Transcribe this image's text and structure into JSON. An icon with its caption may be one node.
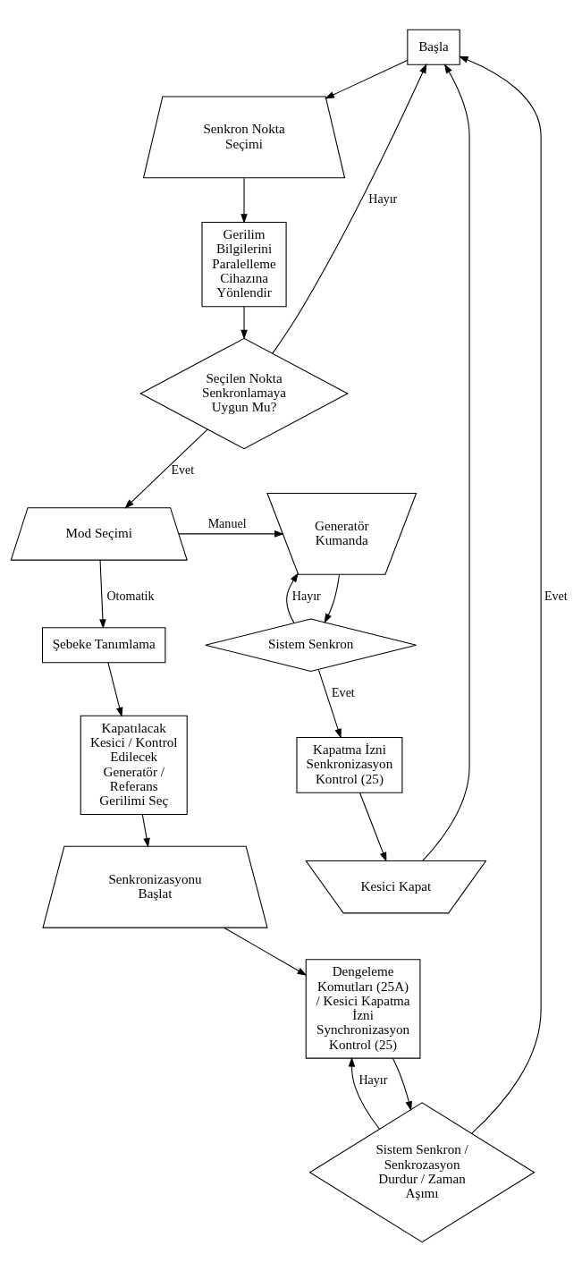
{
  "diagram": {
    "nodes": [
      {
        "text": [
          "Başla"
        ]
      },
      {
        "text": [
          "Senkron Nokta Seçimi"
        ]
      },
      {
        "text": [
          "Gerilim Bilgilerini Paralelleme Cihazına Yönlendir"
        ]
      },
      {
        "text": [
          "Seçilen Nokta Senkronlamaya Uygun Mu?"
        ]
      },
      {
        "text": [
          "Mod Seçimi"
        ]
      },
      {
        "text": [
          "Generatör Kumanda"
        ]
      },
      {
        "text": [
          "Sistem Senkron"
        ]
      },
      {
        "text": [
          "Kapatma İzni Senkronizasyon Kontrol (25)"
        ]
      },
      {
        "text": [
          "Kesici Kapat"
        ]
      },
      {
        "text": [
          "Şebeke Tanımlama"
        ]
      },
      {
        "text": [
          "Kapatılacak Kesici / Kontrol Edilecek Generatör / Referans Gerilimi Seç"
        ]
      },
      {
        "text": [
          "Senkronizasyonu Başlat"
        ]
      },
      {
        "text": [
          "Dengeleme Komutları (25A) / Kesici Kapatma İzni Synchronizasyon Kontrol (25)"
        ]
      },
      {
        "text": [
          "Sistem Senkron / Senkrozasyon Durdur / Zaman Aşımı"
        ]
      }
    ],
    "edges": [
      {
        "from": 0,
        "to": 1,
        "arrow": "to"
      },
      {
        "from": 1,
        "to": 2,
        "arrow": "to"
      },
      {
        "from": 2,
        "to": 3,
        "arrow": "to"
      },
      {
        "from": 3,
        "to": 0,
        "label": "Hayır",
        "arrow": "to"
      },
      {
        "from": 3,
        "to": 4,
        "label": "Evet",
        "arrow": "to"
      },
      {
        "from": 4,
        "to": 5,
        "label": "Manuel",
        "arrow": "to"
      },
      {
        "from": 5,
        "to": 6,
        "arrow": "to"
      },
      {
        "from": 6,
        "to": 5,
        "label": "Hayır",
        "arrow": "to"
      },
      {
        "from": 6,
        "to": 7,
        "label": "Evet",
        "arrow": "to"
      },
      {
        "from": 7,
        "to": 8,
        "arrow": "to"
      },
      {
        "from": 8,
        "to": 0,
        "arrow": "to"
      },
      {
        "from": 4,
        "to": 9,
        "label": "Otomatik",
        "arrow": "to"
      },
      {
        "from": 9,
        "to": 10,
        "arrow": "to"
      },
      {
        "from": 10,
        "to": 11,
        "arrow": "to"
      },
      {
        "from": 11,
        "to": 12,
        "arrow": "to"
      },
      {
        "from": 12,
        "to": 13,
        "arrow": "to"
      },
      {
        "from": 13,
        "to": 12,
        "label": "Hayır",
        "arrow": "to"
      },
      {
        "from": 13,
        "to": 0,
        "label": "Evet",
        "arrow": "to"
      }
    ]
  }
}
